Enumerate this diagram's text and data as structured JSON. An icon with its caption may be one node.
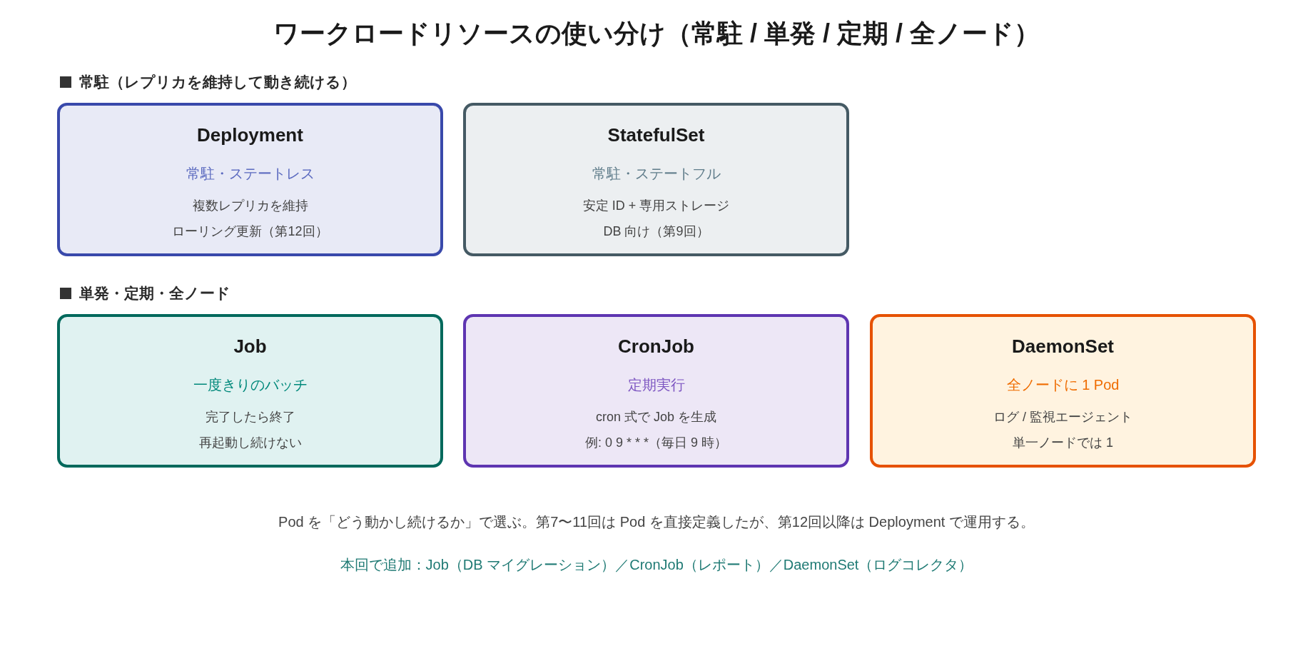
{
  "diagram": {
    "title": "ワークロードリソースの使い分け（常駐 / 単発 / 定期 / 全ノード）",
    "nodes": [
      {
        "text": [
          "Deployment",
          "常駐・ステートレス",
          "複数レプリカを維持",
          "ローリング更新（第12回）"
        ]
      },
      {
        "text": [
          "StatefulSet",
          "常駐・ステートフル",
          "安定 ID + 専用ストレージ",
          "DB 向け（第9回）"
        ]
      },
      {
        "text": [
          "Job",
          "一度きりのバッチ",
          "完了したら終了",
          "再起動し続けない"
        ]
      },
      {
        "text": [
          "CronJob",
          "定期実行",
          "cron 式で Job を生成",
          "例: 0 9 * * *（毎日 9 時）"
        ]
      },
      {
        "text": [
          "DaemonSet",
          "全ノードに 1 Pod",
          "ログ / 監視エージェント",
          "単一ノードでは 1"
        ]
      }
    ],
    "labels": [
      "常駐（レプリカを維持して動き続ける）",
      "単発・定期・全ノード",
      "Pod を「どう動かし続けるか」で選ぶ。第7〜11回は Pod を直接定義したが、第12回以降は Deployment で運用する。",
      "本回で追加：Job（DB マイグレーション）／CronJob（レポート）／DaemonSet（ログコレクタ）"
    ]
  }
}
